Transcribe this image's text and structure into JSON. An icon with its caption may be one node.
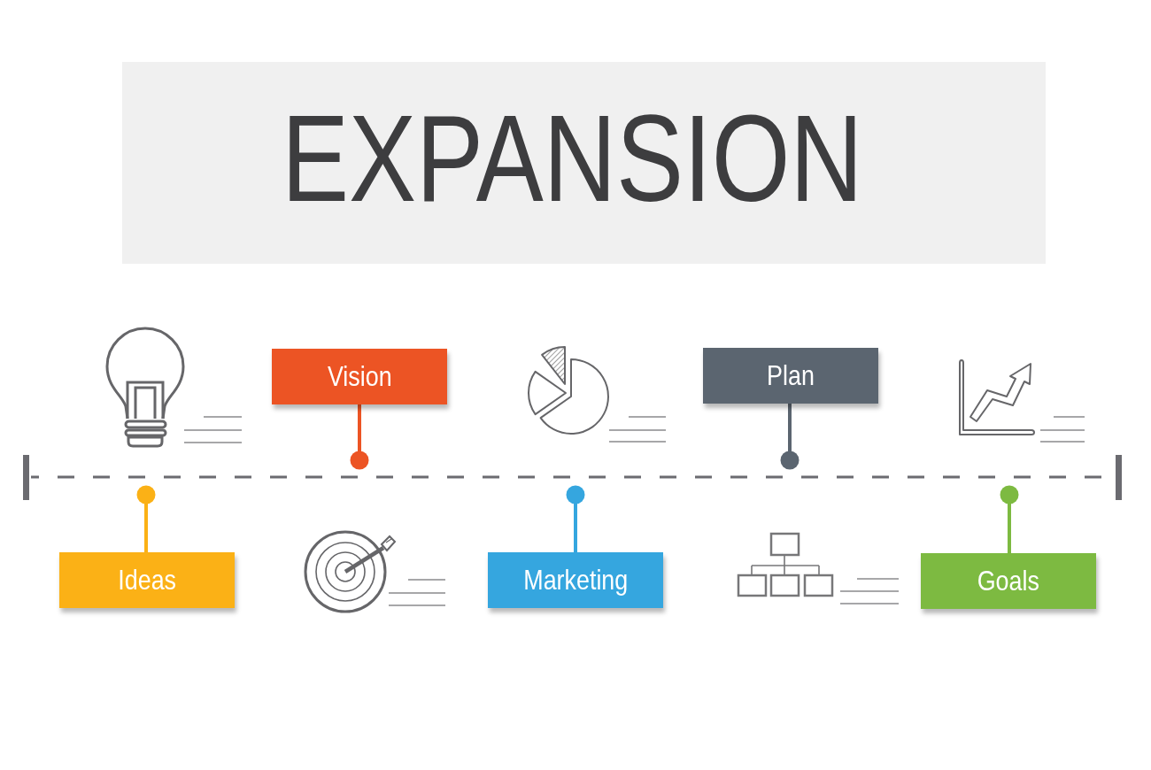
{
  "diagram": {
    "title": "EXPANSION",
    "nodes": [
      {
        "text": [
          "Ideas"
        ]
      },
      {
        "text": [
          "Vision"
        ]
      },
      {
        "text": [
          "Marketing"
        ]
      },
      {
        "text": [
          "Plan"
        ]
      },
      {
        "text": [
          "Goals"
        ]
      }
    ],
    "edges": [
      {
        "from": 0,
        "to": null,
        "arrow": "other",
        "color": "#fbb116"
      },
      {
        "from": 1,
        "to": null,
        "arrow": "other",
        "color": "#ec5424"
      },
      {
        "from": 2,
        "to": null,
        "arrow": "other",
        "color": "#35a6df"
      },
      {
        "from": 3,
        "to": null,
        "arrow": "other",
        "color": "#5b6570"
      },
      {
        "from": 4,
        "to": null,
        "arrow": "other",
        "color": "#7dba41"
      }
    ]
  }
}
